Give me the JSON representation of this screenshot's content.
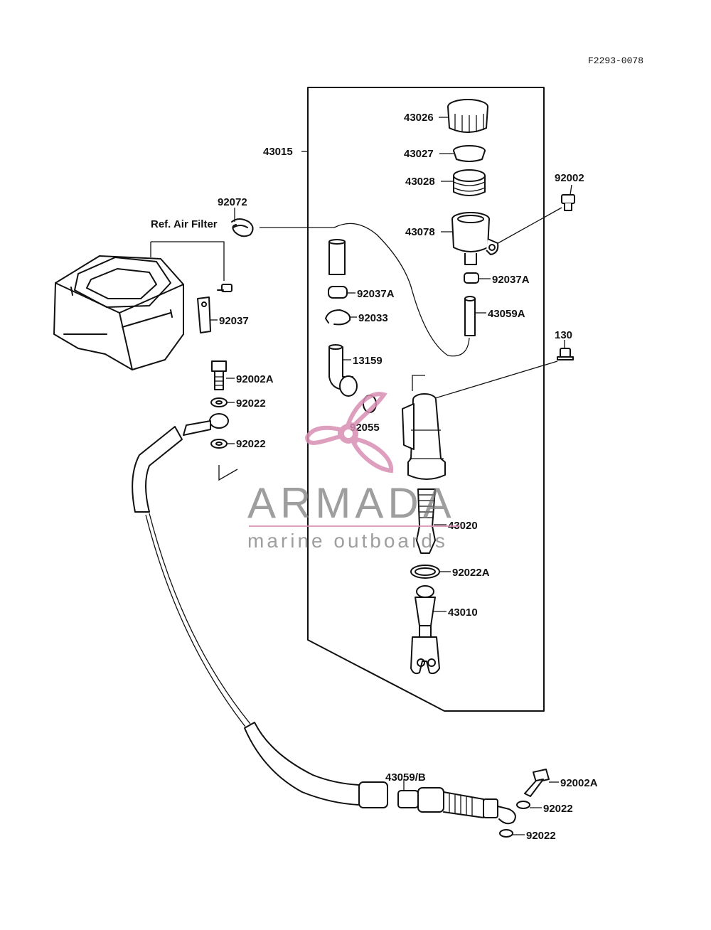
{
  "figure_code": "F2293-0078",
  "assembly_label": "43015",
  "ref_label": "Ref. Air Filter",
  "parts": {
    "p43026": "43026",
    "p43027": "43027",
    "p43028": "43028",
    "p92002": "92002",
    "p43078": "43078",
    "p92072": "92072",
    "p92037A_left": "92037A",
    "p92037A_right": "92037A",
    "p92033": "92033",
    "p43059A": "43059A",
    "p92037": "92037",
    "p130": "130",
    "p13159": "13159",
    "p92002A_top": "92002A",
    "p92022_a": "92022",
    "p92055": "92055",
    "p92022_b": "92022",
    "p43020": "43020",
    "p92022A": "92022A",
    "p43010": "43010",
    "p43059B": "43059/B",
    "p92002A_bottom": "92002A",
    "p92022_c": "92022",
    "p92022_d": "92022"
  },
  "watermark": {
    "brand": "ARMADA",
    "tagline": "marine outboards",
    "color_pink": "#d98fb5",
    "color_gray": "#7a7a7a"
  }
}
